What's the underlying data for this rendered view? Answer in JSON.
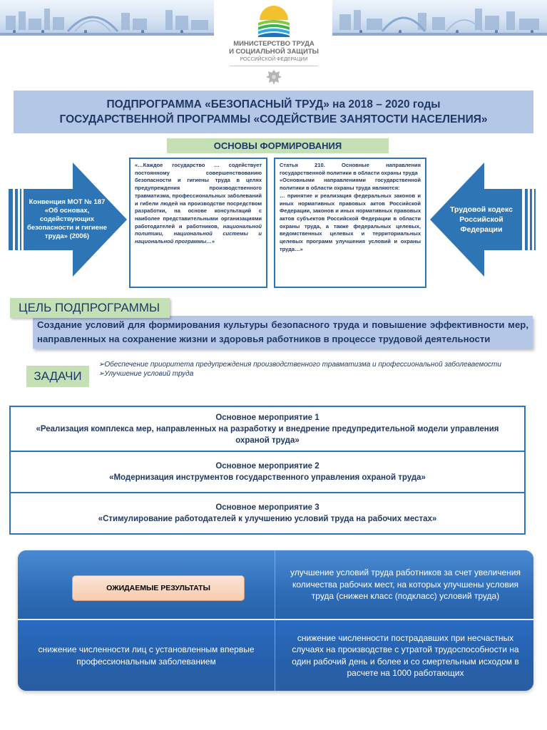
{
  "header": {
    "ministry_line1": "МИНИСТЕРСТВО ТРУДА",
    "ministry_line2": "И СОЦИАЛЬНОЙ ЗАЩИТЫ",
    "ministry_sub": "РОССИЙСКОЙ ФЕДЕРАЦИИ"
  },
  "title": {
    "line1": "ПОДПРОГРАММА «БЕЗОПАСНЫЙ ТРУД» на 2018 – 2020 годы",
    "line2": "ГОСУДАРСТВЕННОЙ ПРОГРАММЫ «СОДЕЙСТВИЕ ЗАНЯТОСТИ НАСЕЛЕНИЯ»"
  },
  "basis": {
    "label": "ОСНОВЫ ФОРМИРОВАНИЯ",
    "left_arrow": "Конвенция МОТ № 187 «Об основах, содействующих безопасности и гигиене труда» (2006)",
    "right_arrow": "Трудовой кодекс Российской Федерации",
    "quote_left_main": "«…Каждое государство … содействует постоянному совершенствованию безопасности и гигиены труда в целях предупреждения производственного травматизма, профессиональных заболеваний и гибели людей на производстве посредством разработки, на основе консультаций с наиболее представительными организациями работодателей и работников, ",
    "quote_left_italic": "национальной политики, национальной системы и национальной программы…",
    "quote_left_end": "»",
    "quote_right_p1": "Статья 210. Основные направления государственной политики в области охраны труда",
    "quote_right_p2": "«Основными направлениями государственной политики в области охраны труда являются:",
    "quote_right_p3": "… принятие и реализация федеральных законов и иных нормативных правовых актов Российской Федерации, законов и иных нормативных правовых актов субъектов Российской Федерации в области охраны труда, а также федеральных целевых, ведомственных целевых и территориальных целевых программ улучшения условий и охраны труда…»"
  },
  "goal": {
    "label": "ЦЕЛЬ ПОДПРОГРАММЫ",
    "text": "Создание условий для формирования культуры безопасного труда и повышение эффективности мер, направленных на сохранение жизни и здоровья работников в процессе трудовой деятельности"
  },
  "tasks": {
    "label": "ЗАДАЧИ",
    "bullet": "➢",
    "items": [
      "Обеспечение приоритета предупреждения производственного травматизма и профессиональной заболеваемости",
      "Улучшение условий труда"
    ]
  },
  "measures": [
    {
      "heading": "Основное мероприятие  1",
      "text": "«Реализация комплекса мер, направленных на разработку и внедрение предупредительной модели управления охраной труда»"
    },
    {
      "heading": "Основное мероприятие  2",
      "text": "«Модернизация инструментов государственного управления охраной труда»"
    },
    {
      "heading": "Основное мероприятие  3",
      "text": "«Стимулирование работодателей к улучшению условий труда на рабочих местах»"
    }
  ],
  "results": {
    "label": "ОЖИДАЕМЫЕ РЕЗУЛЬТАТЫ",
    "top_right": "улучшение условий труда работников за счет увеличения количества рабочих мест, на которых улучшены условия труда (снижен класс (подкласс) условий труда)",
    "bottom_left": "снижение численности лиц с установленным впервые профессиональным заболеванием",
    "bottom_right": "снижение численности пострадавших при несчастных случаях на производстве с утратой трудоспособности на один рабочий день и более и со смертельным исходом в расчете на 1000 работающих"
  },
  "colors": {
    "title_bg": "#b4c7e7",
    "label_green": "#c5e0b4",
    "arrow_blue": "#2e75b6",
    "text_navy": "#1f3864",
    "results_blue": "#2e6fbd",
    "button_peach": "#f8cbad"
  }
}
